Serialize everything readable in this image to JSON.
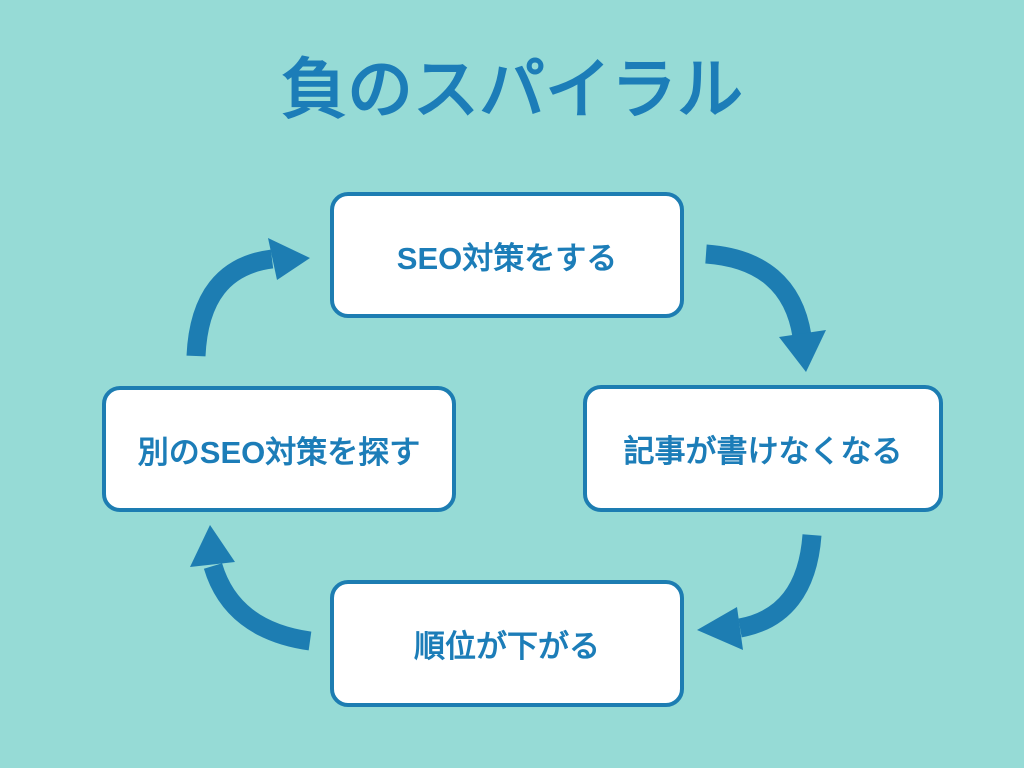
{
  "title": "負のスパイラル",
  "colors": {
    "background": "#96dbd6",
    "accent": "#1d7db2",
    "text-blue": "#1c7db8",
    "node-fill": "#ffffff"
  },
  "diagram": {
    "type": "cycle",
    "direction": "clockwise",
    "nodes": [
      {
        "position": "top",
        "label": "SEO対策をする"
      },
      {
        "position": "right",
        "label": "記事が書けなくなる"
      },
      {
        "position": "bottom",
        "label": "順位が下がる"
      },
      {
        "position": "left",
        "label": "別のSEO対策を探す"
      }
    ],
    "edges": [
      {
        "from": "SEO対策をする",
        "to": "記事が書けなくなる"
      },
      {
        "from": "記事が書けなくなる",
        "to": "順位が下がる"
      },
      {
        "from": "順位が下がる",
        "to": "別のSEO対策を探す"
      },
      {
        "from": "別のSEO対策を探す",
        "to": "SEO対策をする"
      }
    ]
  }
}
